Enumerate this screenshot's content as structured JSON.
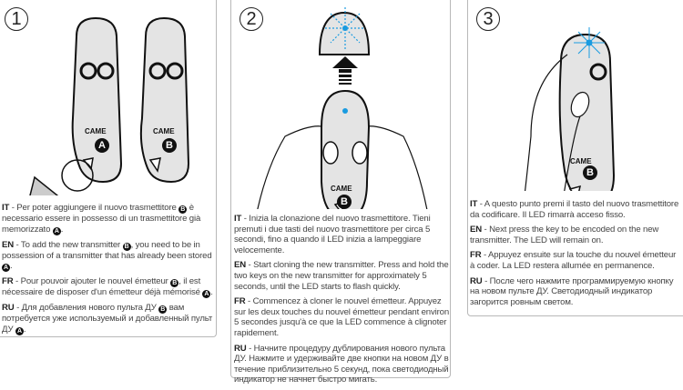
{
  "steps": [
    {
      "number": "1",
      "labels": [
        "A",
        "B"
      ],
      "logo_text": "CAME",
      "text": {
        "it_code": "IT",
        "it": " - Per poter aggiungere il nuovo trasmettitore ",
        "it_badge": "B",
        "it2": " è necessario essere in possesso di un trasmettitore già memorizzato ",
        "it_badge2": "A",
        "it3": ".",
        "en_code": "EN",
        "en": " - To add the new transmitter ",
        "en_badge": "B",
        "en2": ", you need to be in possession of a transmitter that has already been stored ",
        "en_badge2": "A",
        "en3": ".",
        "fr_code": "FR",
        "fr": " - Pour pouvoir ajouter le nouvel émetteur ",
        "fr_badge": "B",
        "fr2": ", il est nécessaire de disposer d'un émetteur déjà mémorisé ",
        "fr_badge2": "A",
        "fr3": ".",
        "ru_code": "RU",
        "ru": " - Для добавления нового пульта ДУ ",
        "ru_badge": "B",
        "ru2": " вам потребуется уже используемый и добавленный пульт ДУ ",
        "ru_badge2": "A",
        "ru3": "."
      }
    },
    {
      "number": "2",
      "labels": [
        "B"
      ],
      "logo_text": "CAME",
      "text": {
        "it_code": "IT",
        "it": " - Inizia la clonazione del nuovo trasmettitore. Tieni premuti i due tasti del nuovo trasmettitore per circa 5 secondi, fino a quando il LED inizia a lampeggiare velocemente.",
        "en_code": "EN",
        "en": " - Start cloning the new transmitter. Press and hold the two keys on the new transmitter for approximately 5 seconds, until the LED starts to flash quickly.",
        "fr_code": "FR",
        "fr": " - Commencez à cloner le nouvel émetteur. Appuyez sur les deux touches du nouvel émetteur pendant environ 5 secondes jusqu'à ce que la LED commence à clignoter rapidement.",
        "ru_code": "RU",
        "ru": " - Начните процедуру дублирования нового пульта ДУ. Нажмите и удерживайте две кнопки на новом ДУ в течение приблизительно 5 секунд, пока светодиодный индикатор не начнет быстро мигать."
      }
    },
    {
      "number": "3",
      "labels": [
        "B"
      ],
      "logo_text": "CAME",
      "text": {
        "it_code": "IT",
        "it": " - A questo punto premi il tasto del nuovo trasmettitore da codificare. Il LED rimarrà acceso fisso.",
        "en_code": "EN",
        "en": " - Next press the key to be encoded on the new transmitter. The LED will remain on.",
        "fr_code": "FR",
        "fr": " - Appuyez ensuite sur la touche du nouvel émetteur à coder. La LED restera allumée en permanence.",
        "ru_code": "RU",
        "ru": " - После чего нажмите программируемую кнопку на новом пульте ДУ. Светодиодный индикатор загорится ровным светом."
      }
    }
  ],
  "colors": {
    "led": "#1a9be0",
    "remote": "#e4e4e4",
    "border": "#b8b8b8"
  }
}
